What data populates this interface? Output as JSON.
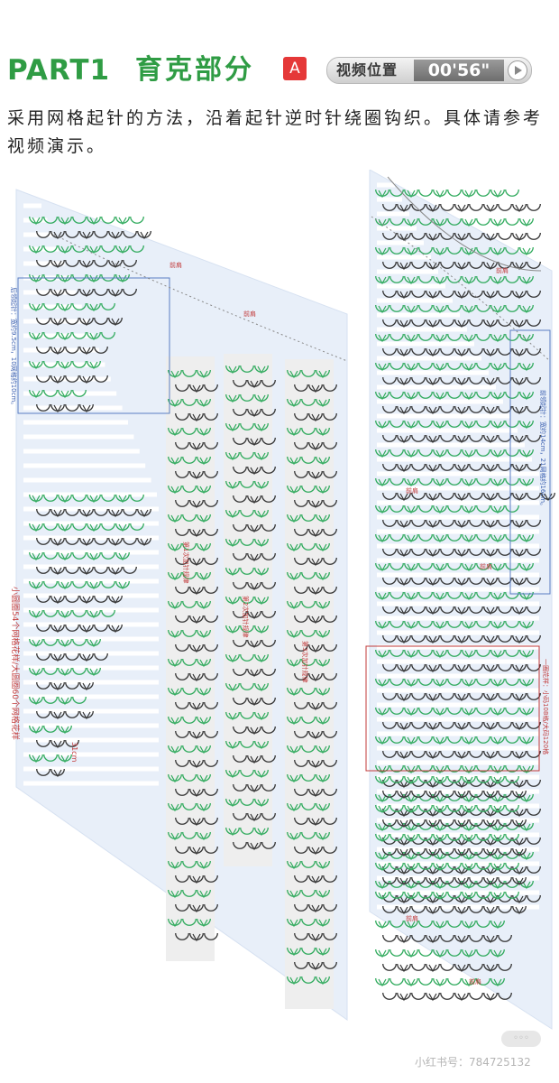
{
  "header": {
    "part_label": "PART1",
    "part_title": "育克部分",
    "badge": "A",
    "video_label": "视频位置",
    "video_time": "00'56\""
  },
  "description": "采用网格起针的方法，沿着起针逆时针绕圈钩织。具体请参考视频演示。",
  "diagram": {
    "colors": {
      "green": "#2faa5c",
      "dark": "#333333",
      "panel": "#e8eff9",
      "red_text": "#c23b3b"
    },
    "annotations": {
      "left_vertical": "小圆圈54个网格花样/大圆圈60个网格花样",
      "measure": "31cm",
      "left_top_note": "后领起针：宽约9.5cm，10网格约10cm。",
      "right_box_note": "前领起针：宽约14cm，21网格约16cm。",
      "right_mid_note": "一圈花样：小码108格/大码120格",
      "strip1": "第1次加针规律",
      "strip2": "第2次加针规律",
      "strip3": "第3次加针规律",
      "tag": "前肩"
    },
    "watermark": "小红书号：784725132"
  }
}
